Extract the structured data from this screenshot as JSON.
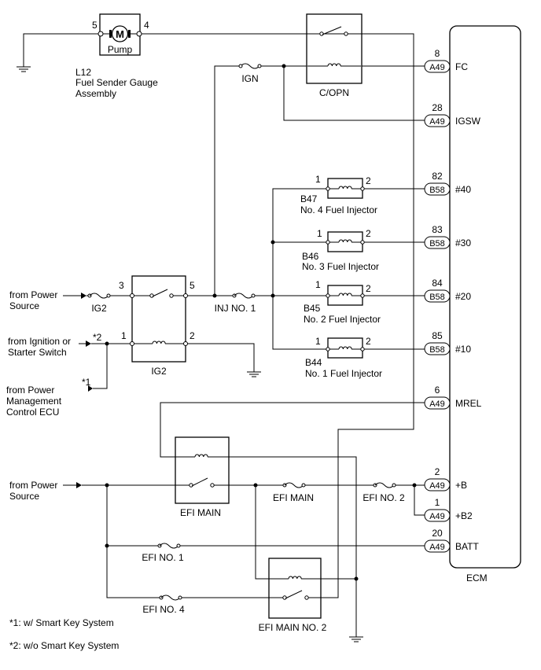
{
  "ecm": {
    "label": "ECM"
  },
  "terminals": [
    {
      "key": "fc",
      "pin": "8",
      "connector": "A49",
      "name": "FC"
    },
    {
      "key": "igsw",
      "pin": "28",
      "connector": "A49",
      "name": "IGSW"
    },
    {
      "key": "t40",
      "pin": "82",
      "connector": "B58",
      "name": "#40"
    },
    {
      "key": "t30",
      "pin": "83",
      "connector": "B58",
      "name": "#30"
    },
    {
      "key": "t20",
      "pin": "84",
      "connector": "B58",
      "name": "#20"
    },
    {
      "key": "t10",
      "pin": "85",
      "connector": "B58",
      "name": "#10"
    },
    {
      "key": "mrel",
      "pin": "6",
      "connector": "A49",
      "name": "MREL"
    },
    {
      "key": "b",
      "pin": "2",
      "connector": "A49",
      "name": "+B"
    },
    {
      "key": "b2",
      "pin": "1",
      "connector": "A49",
      "name": "+B2"
    },
    {
      "key": "batt",
      "pin": "20",
      "connector": "A49",
      "name": "BATT"
    }
  ],
  "pump": {
    "symbol": "M",
    "label": "Pump",
    "pin_left": "5",
    "pin_right": "4",
    "ref": "L12",
    "name_line1": "Fuel Sender Gauge",
    "name_line2": "Assembly"
  },
  "copn": {
    "label": "C/OPN"
  },
  "fuses": {
    "ign": "IGN",
    "ig2": "IG2",
    "inj": "INJ NO. 1",
    "efi_main": "EFI MAIN",
    "efi_no2": "EFI NO. 2",
    "efi_no1": "EFI NO. 1",
    "efi_no4": "EFI NO. 4"
  },
  "injectors": [
    {
      "key": "inj4",
      "pin1": "1",
      "pin2": "2",
      "ref": "B47",
      "name": "No. 4 Fuel Injector"
    },
    {
      "key": "inj3",
      "pin1": "1",
      "pin2": "2",
      "ref": "B46",
      "name": "No. 3 Fuel Injector"
    },
    {
      "key": "inj2",
      "pin1": "1",
      "pin2": "2",
      "ref": "B45",
      "name": "No. 2 Fuel Injector"
    },
    {
      "key": "inj1",
      "pin1": "1",
      "pin2": "2",
      "ref": "B44",
      "name": "No. 1 Fuel Injector"
    }
  ],
  "ig2_relay": {
    "label": "IG2",
    "pin3": "3",
    "pin5": "5",
    "pin1": "1",
    "pin2": "2"
  },
  "efi_main_relay": {
    "label": "EFI MAIN"
  },
  "efi_main2_relay": {
    "label": "EFI MAIN NO. 2"
  },
  "sources": {
    "power1_line1": "from Power",
    "power1_line2": "Source",
    "ign_line1": "from Ignition or",
    "ign_line2": "Starter Switch",
    "pmecu_line1": "from Power",
    "pmecu_line2": "Management",
    "pmecu_line3": "Control ECU",
    "power2_line1": "from Power",
    "power2_line2": "Source"
  },
  "marks": {
    "m1": "*1",
    "m2": "*2"
  },
  "notes": {
    "n1": "*1: w/ Smart Key System",
    "n2": "*2: w/o Smart Key System"
  }
}
